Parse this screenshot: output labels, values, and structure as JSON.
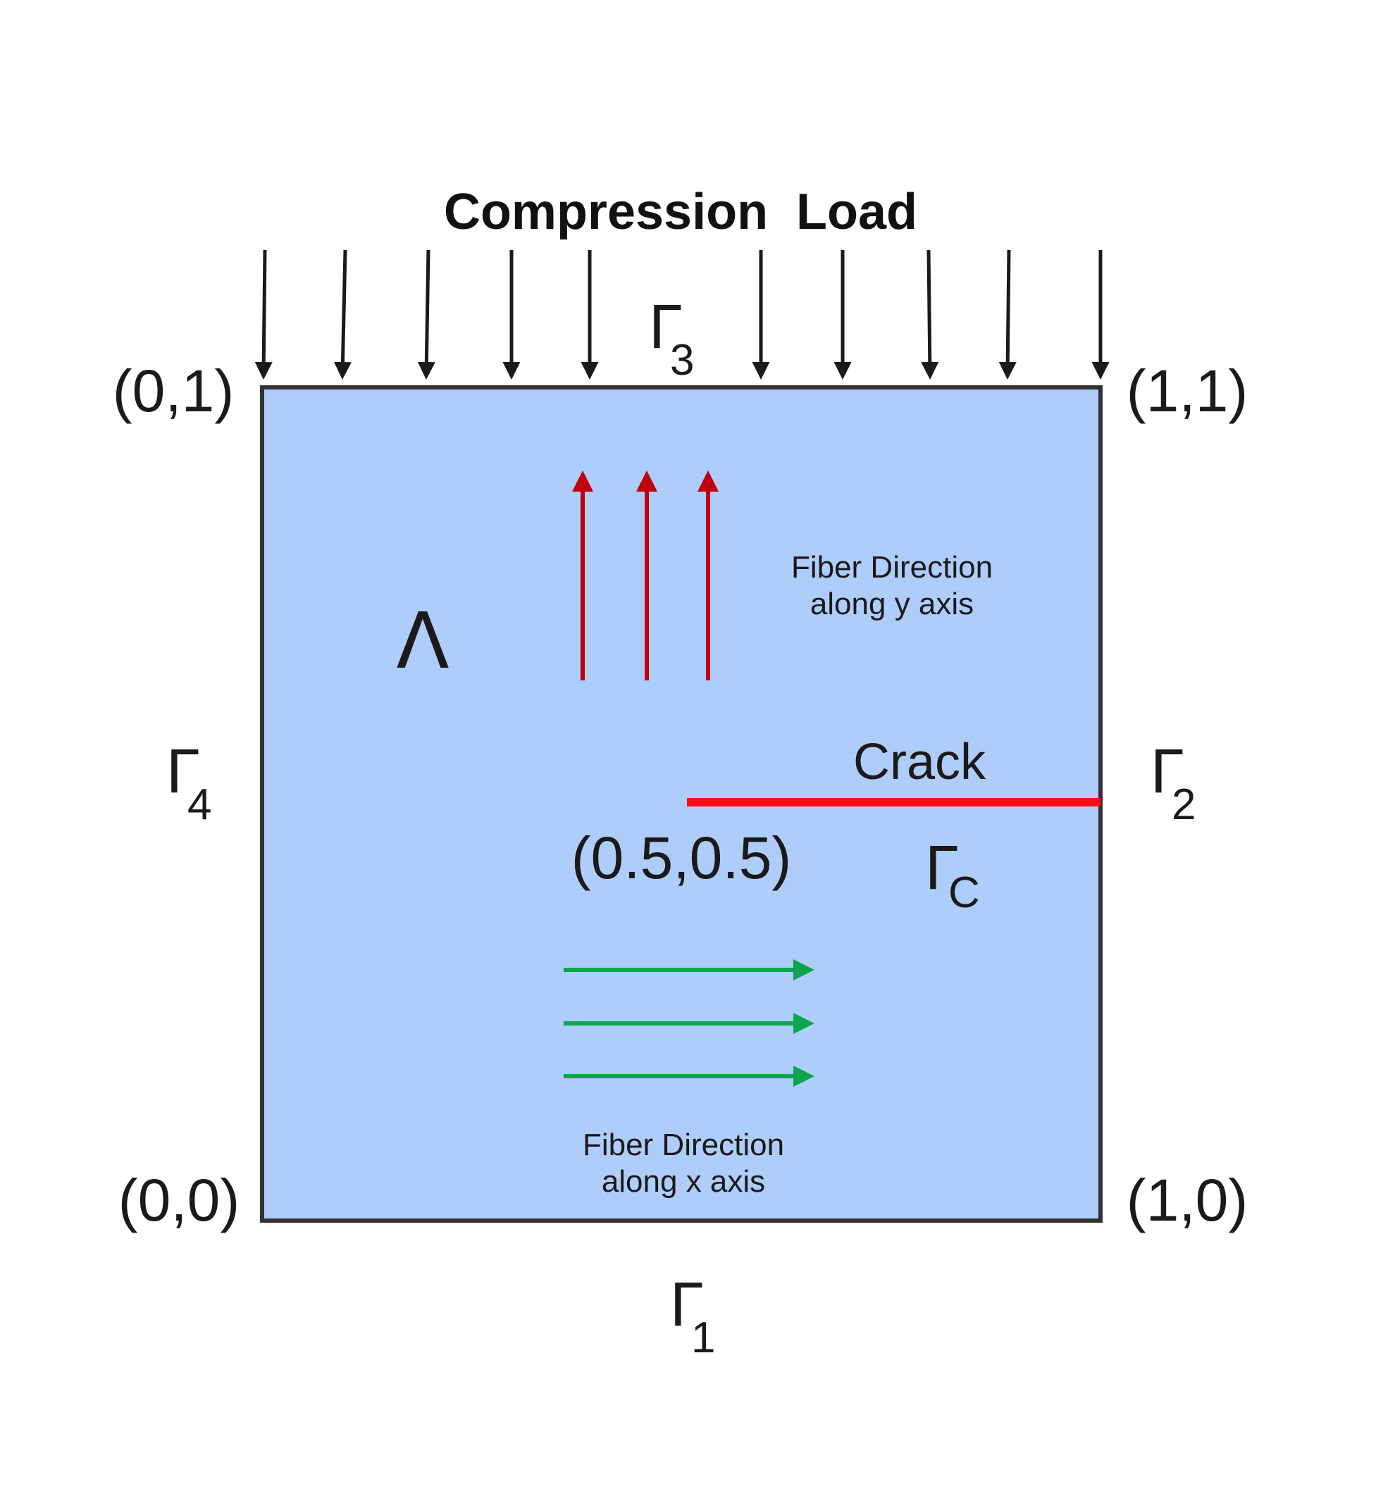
{
  "title": "Compression  Load",
  "corners": {
    "top_left": "(0,1)",
    "top_right": "(1,1)",
    "bottom_left": "(0,0)",
    "bottom_right": "(1,0)"
  },
  "crack_tip": "(0.5,0.5)",
  "crack_label": "Crack",
  "domain_symbol": "Λ",
  "boundaries": {
    "gamma_symbol": "Γ",
    "bottom_sub": "1",
    "right_sub": "2",
    "top_sub": "3",
    "left_sub": "4",
    "crack_sub": "C"
  },
  "fiber_y": {
    "line1": "Fiber Direction",
    "line2": "along y axis"
  },
  "fiber_x": {
    "line1": "Fiber Direction",
    "line2": "along x axis"
  },
  "colors": {
    "domain_fill": "#afcdfb",
    "border": "#333333",
    "load_arrows": "#1a1a1a",
    "fiber_y_arrows": "#c0000a",
    "fiber_x_arrows": "#0aa64d",
    "crack": "#ff0d14"
  },
  "icons": {
    "load_arrows": "down-arrow",
    "fiber_y_arrows": "up-arrow",
    "fiber_x_arrows": "right-arrow"
  }
}
